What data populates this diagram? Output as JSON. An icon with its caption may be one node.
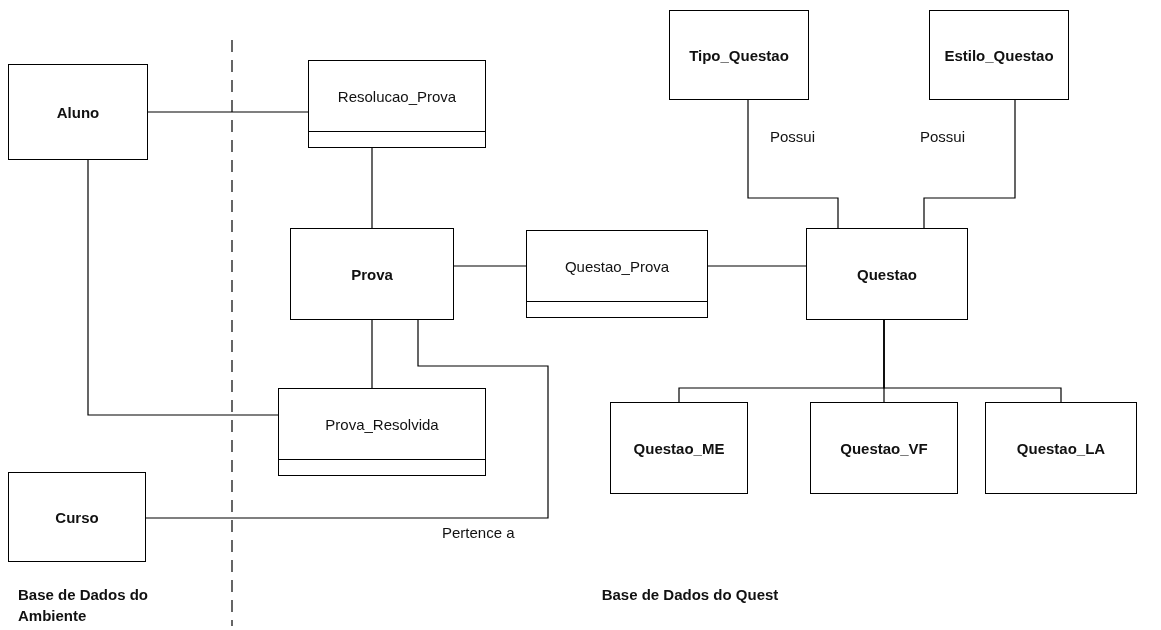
{
  "diagram": {
    "nodes": [
      {
        "text": [
          "Aluno"
        ]
      },
      {
        "text": [
          "Resolucao_Prova"
        ]
      },
      {
        "text": [
          "Tipo_Questao"
        ]
      },
      {
        "text": [
          "Estilo_Questao"
        ]
      },
      {
        "text": [
          "Prova"
        ]
      },
      {
        "text": [
          "Questao_Prova"
        ]
      },
      {
        "text": [
          "Questao"
        ]
      },
      {
        "text": [
          "Prova_Resolvida"
        ]
      },
      {
        "text": [
          "Curso"
        ]
      },
      {
        "text": [
          "Questao_ME"
        ]
      },
      {
        "text": [
          "Questao_VF"
        ]
      },
      {
        "text": [
          "Questao_LA"
        ]
      }
    ],
    "edges": [
      {
        "from": 0,
        "to": 1,
        "arrow": "none"
      },
      {
        "from": 1,
        "to": 4,
        "arrow": "none"
      },
      {
        "from": 4,
        "to": 5,
        "arrow": "none"
      },
      {
        "from": 5,
        "to": 6,
        "arrow": "none"
      },
      {
        "from": 2,
        "to": 6,
        "arrow": "none",
        "label": "Possui"
      },
      {
        "from": 3,
        "to": 6,
        "arrow": "none",
        "label": "Possui"
      },
      {
        "from": 4,
        "to": 7,
        "arrow": "none"
      },
      {
        "from": 0,
        "to": 7,
        "arrow": "none"
      },
      {
        "from": 8,
        "to": 4,
        "arrow": "none",
        "label": "Pertence a"
      },
      {
        "from": 6,
        "to": 9,
        "arrow": "none"
      },
      {
        "from": 6,
        "to": 10,
        "arrow": "none"
      },
      {
        "from": 6,
        "to": 11,
        "arrow": "none"
      }
    ],
    "labels": [
      "Base de Dados do Ambiente",
      "Base de Dados do Quest"
    ]
  }
}
